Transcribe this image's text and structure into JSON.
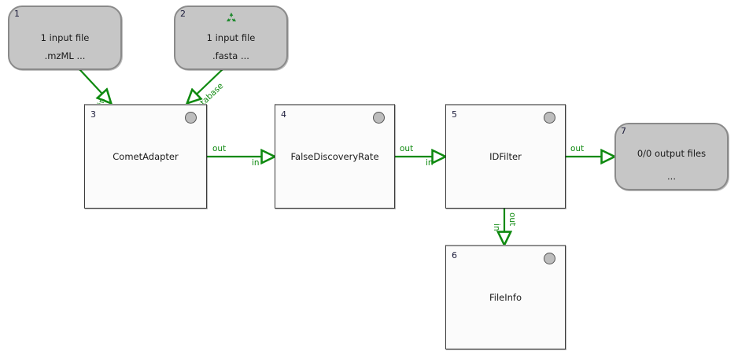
{
  "diagram": {
    "type": "workflow-graph",
    "background_color": "#ffffff",
    "accent_color": "#0f8a10",
    "io_node_fill": "#c6c6c6",
    "tool_node_fill": "#fbfbfb",
    "node_number_color": "#1b1b3a",
    "status_bullet_color": "#bdbdbd"
  },
  "nodes": [
    {
      "id": "1",
      "number": "1",
      "kind": "input-file",
      "label_main": "1 input file",
      "label_sub": ".mzML ...",
      "icon": null
    },
    {
      "id": "2",
      "number": "2",
      "kind": "input-file",
      "label_main": "1 input file",
      "label_sub": ".fasta ...",
      "icon": "recycle-icon"
    },
    {
      "id": "3",
      "number": "3",
      "kind": "tool",
      "label_main": "CometAdapter",
      "icon": "status-bullet-icon"
    },
    {
      "id": "4",
      "number": "4",
      "kind": "tool",
      "label_main": "FalseDiscoveryRate",
      "icon": "status-bullet-icon"
    },
    {
      "id": "5",
      "number": "5",
      "kind": "tool",
      "label_main": "IDFilter",
      "icon": "status-bullet-icon"
    },
    {
      "id": "6",
      "number": "6",
      "kind": "tool",
      "label_main": "FileInfo",
      "icon": "status-bullet-icon"
    },
    {
      "id": "7",
      "number": "7",
      "kind": "output-file",
      "label_main": "0/0 output files",
      "label_sub": "...",
      "icon": null
    }
  ],
  "edges": [
    {
      "id": "e1",
      "from": "1",
      "to": "3",
      "source_port": "",
      "target_port": "in"
    },
    {
      "id": "e2",
      "from": "2",
      "to": "3",
      "source_port": "",
      "target_port": "database"
    },
    {
      "id": "e3",
      "from": "3",
      "to": "4",
      "source_port": "out",
      "target_port": "in"
    },
    {
      "id": "e4",
      "from": "4",
      "to": "5",
      "source_port": "out",
      "target_port": "in"
    },
    {
      "id": "e5",
      "from": "5",
      "to": "7",
      "source_port": "out",
      "target_port": ""
    },
    {
      "id": "e6",
      "from": "5",
      "to": "6",
      "source_port": "out",
      "target_port": "in"
    }
  ]
}
